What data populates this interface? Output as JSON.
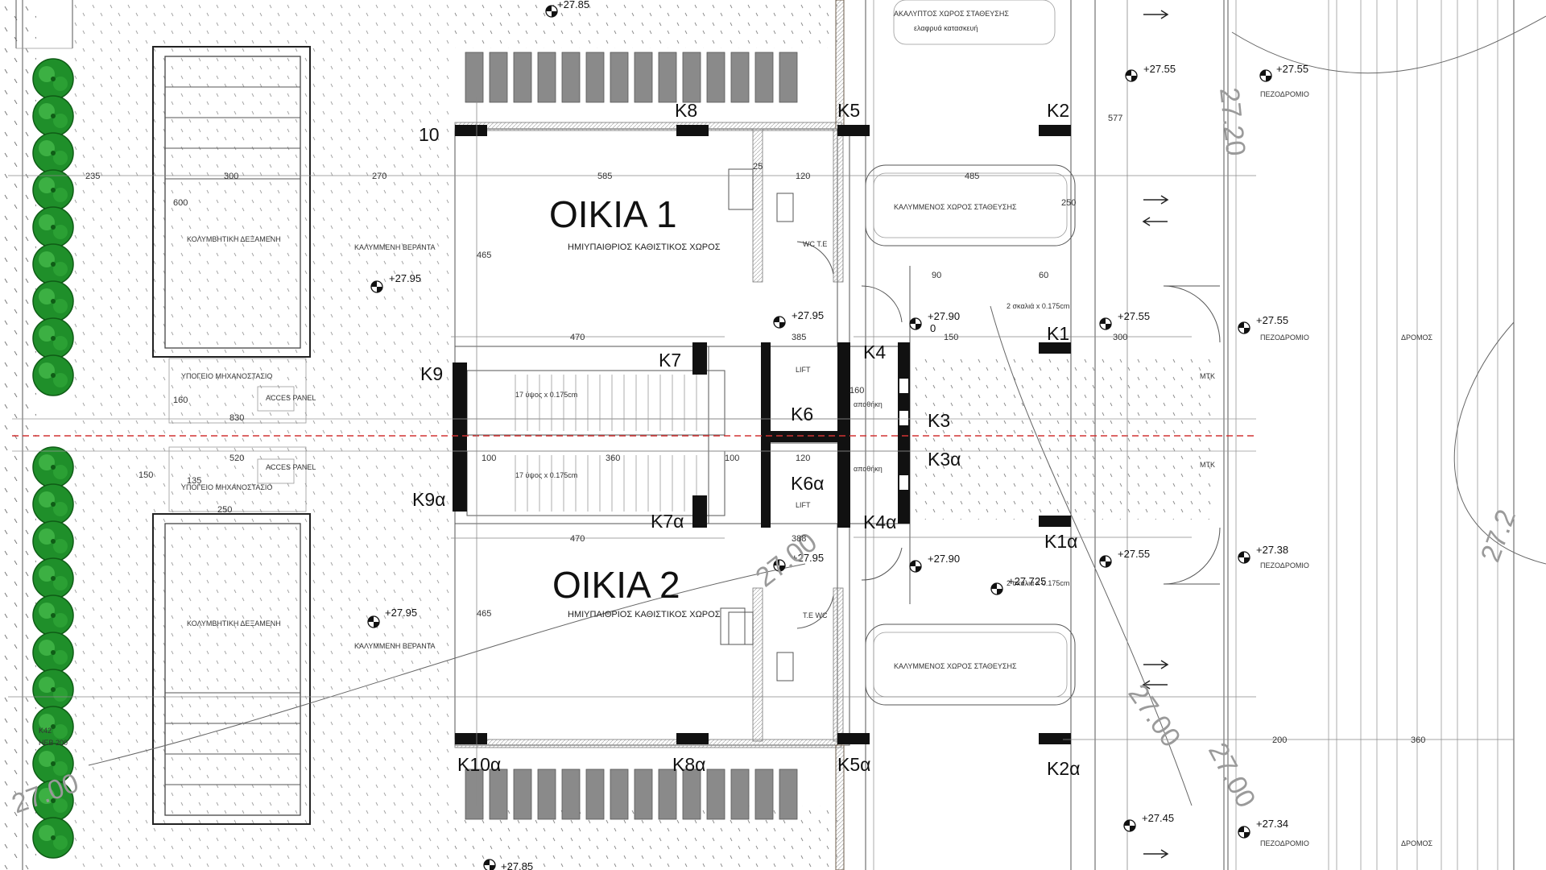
{
  "houses": {
    "house1": {
      "name": "ΟΙΚΙΑ 1",
      "room": "ΗΜΙΥΠΑΙΘΡΙΟΣ ΚΑΘΙΣΤΙΚΟΣ ΧΩΡΟΣ"
    },
    "house2": {
      "name": "ΟΙΚΙΑ 2",
      "room": "ΗΜΙΥΠΑΙΘΡΙΟΣ ΚΑΘΙΣΤΙΚΟΣ ΧΩΡΟΣ"
    }
  },
  "rooms": {
    "pool_top": "ΚΟΛΥΜΒΗΤΙΚΗ ΔΕΞΑΜΕΝΗ",
    "pool_bottom": "ΚΟΛΥΜΒΗΤΙΚΗ ΔΕΞΑΜΕΝΗ",
    "machine_top": "ΥΠΟΓΕΙΟ ΜΗΧΑΝΟΣΤΑΣΙΟ",
    "machine_bottom": "ΥΠΟΓΕΙΟ ΜΗΧΑΝΟΣΤΑΣΙΟ",
    "veranda_top": "ΚΑΛΥΜΜΕΝΗ ΒΕΡΑΝΤΑ",
    "veranda_bottom": "ΚΑΛΥΜΜΕΝΗ ΒΕΡΑΝΤΑ",
    "parking_top": "ΚΑΛΥΜΜΕΝΟΣ ΧΩΡΟΣ ΣΤΑΘΕΥΣΗΣ",
    "parking_bottom": "ΚΑΛΥΜΜΕΝΟΣ ΧΩΡΟΣ ΣΤΑΘΕΥΣΗΣ",
    "parking_uncovered": "ΑΚΑΛΥΠΤΟΣ ΧΩΡΟΣ ΣΤΑΘΕΥΣΗΣ",
    "parking_note": "ελαφρυά κατασκευή",
    "wc_top": "WC T.E",
    "wc_bottom": "T.E WC",
    "lift_top": "LIFT",
    "lift_bottom": "LIFT",
    "sidewalk": "ΠΕΖΟΔΡΟΜΙΟ",
    "road": "ΔΡΟΜΟΣ",
    "access_panel": "ACCES PANEL",
    "stairs": "17 ύψος x 0.175cm",
    "steps": "2 σκαλιά x 0.175cm",
    "storage": "αποθήκη",
    "meter": "ΜΤΚ",
    "hebeam": "HEB 200"
  },
  "columns": [
    "K1",
    "K2",
    "K3",
    "K4",
    "K5",
    "K6",
    "K7",
    "K8",
    "K9",
    "10",
    "K1α",
    "K2α",
    "K3α",
    "K4α",
    "K5α",
    "K6α",
    "K7α",
    "K8α",
    "K9α",
    "K10α",
    "K42"
  ],
  "levels": [
    "+27.85",
    "+27.95",
    "+27.95",
    "+27.95",
    "+27.90",
    "+27.55",
    "+27.55",
    "+27.55",
    "+27.55",
    "+27.90",
    "+27.725",
    "+27.55",
    "+27.38",
    "+27.95",
    "+27.45",
    "+27.34",
    "+27.85",
    "0"
  ],
  "contours": [
    "27.20",
    "27.00",
    "27.00",
    "27.00",
    "27.00",
    "27.2"
  ],
  "dimensions": [
    "235",
    "300",
    "270",
    "585",
    "120",
    "485",
    "600",
    "465",
    "465",
    "250",
    "577",
    "470",
    "385",
    "150",
    "300",
    "830",
    "520",
    "100",
    "360",
    "100",
    "120",
    "135",
    "150",
    "160",
    "470",
    "388",
    "200",
    "360",
    "25",
    "60",
    "90",
    "250",
    "160"
  ]
}
